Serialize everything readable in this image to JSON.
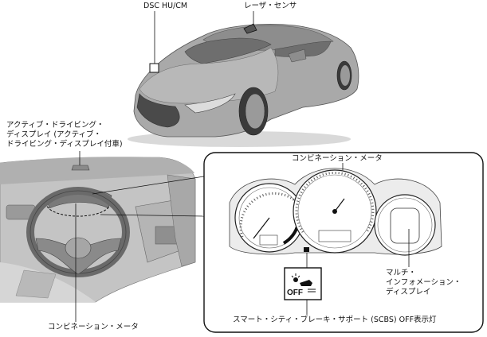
{
  "labels": {
    "dsc_hu_cm": "DSC HU/CM",
    "laser_sensor": "レーザ・センサ",
    "ad_disp_line1": "アクティブ・ドライビング・",
    "ad_disp_line2": "ディスプレイ (アクティブ・",
    "ad_disp_line3": "ドライビング・ディスプレイ付車)",
    "combination_meter_top": "コンビネーション・メータ",
    "combination_meter_bottom": "コンビネーション・メータ",
    "mid_line1": "マルチ・",
    "mid_line2": "インフォメーション・",
    "mid_line3": "ディスプレイ",
    "scbs_off_indicator": "スマート・シティ・ブレーキ・サポート (SCBS) OFF表示灯",
    "off_icon_text": "OFF"
  },
  "colors": {
    "line": "#111111",
    "car_body": "#a9a9a9",
    "car_dark": "#6e6e6e",
    "interior": "#c4c4c4",
    "interior_dark": "#8a8a8a"
  }
}
